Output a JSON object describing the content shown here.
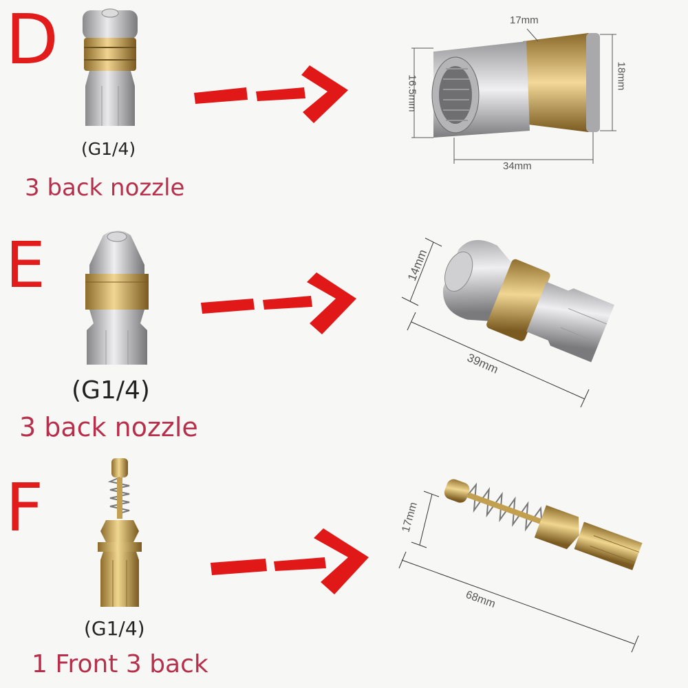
{
  "sections": [
    {
      "letter": "D",
      "thread": "(G1/4)",
      "caption": "3 back nozzle",
      "dims": {
        "top": "17mm",
        "left": "16.5mm",
        "right": "18mm",
        "bottom": "34mm"
      }
    },
    {
      "letter": "E",
      "thread": "(G1/4)",
      "caption": "3 back nozzle",
      "dims": {
        "height": "14mm",
        "length": "39mm"
      }
    },
    {
      "letter": "F",
      "thread": "(G1/4)",
      "caption": "1 Front 3 back",
      "dims": {
        "height": "17mm",
        "length": "68mm"
      }
    }
  ],
  "colors": {
    "letter": "#e21b1b",
    "caption": "#b7304b",
    "arrow": "#e01818",
    "steel": "#c4c4c6",
    "brass": "#c9a45a"
  }
}
